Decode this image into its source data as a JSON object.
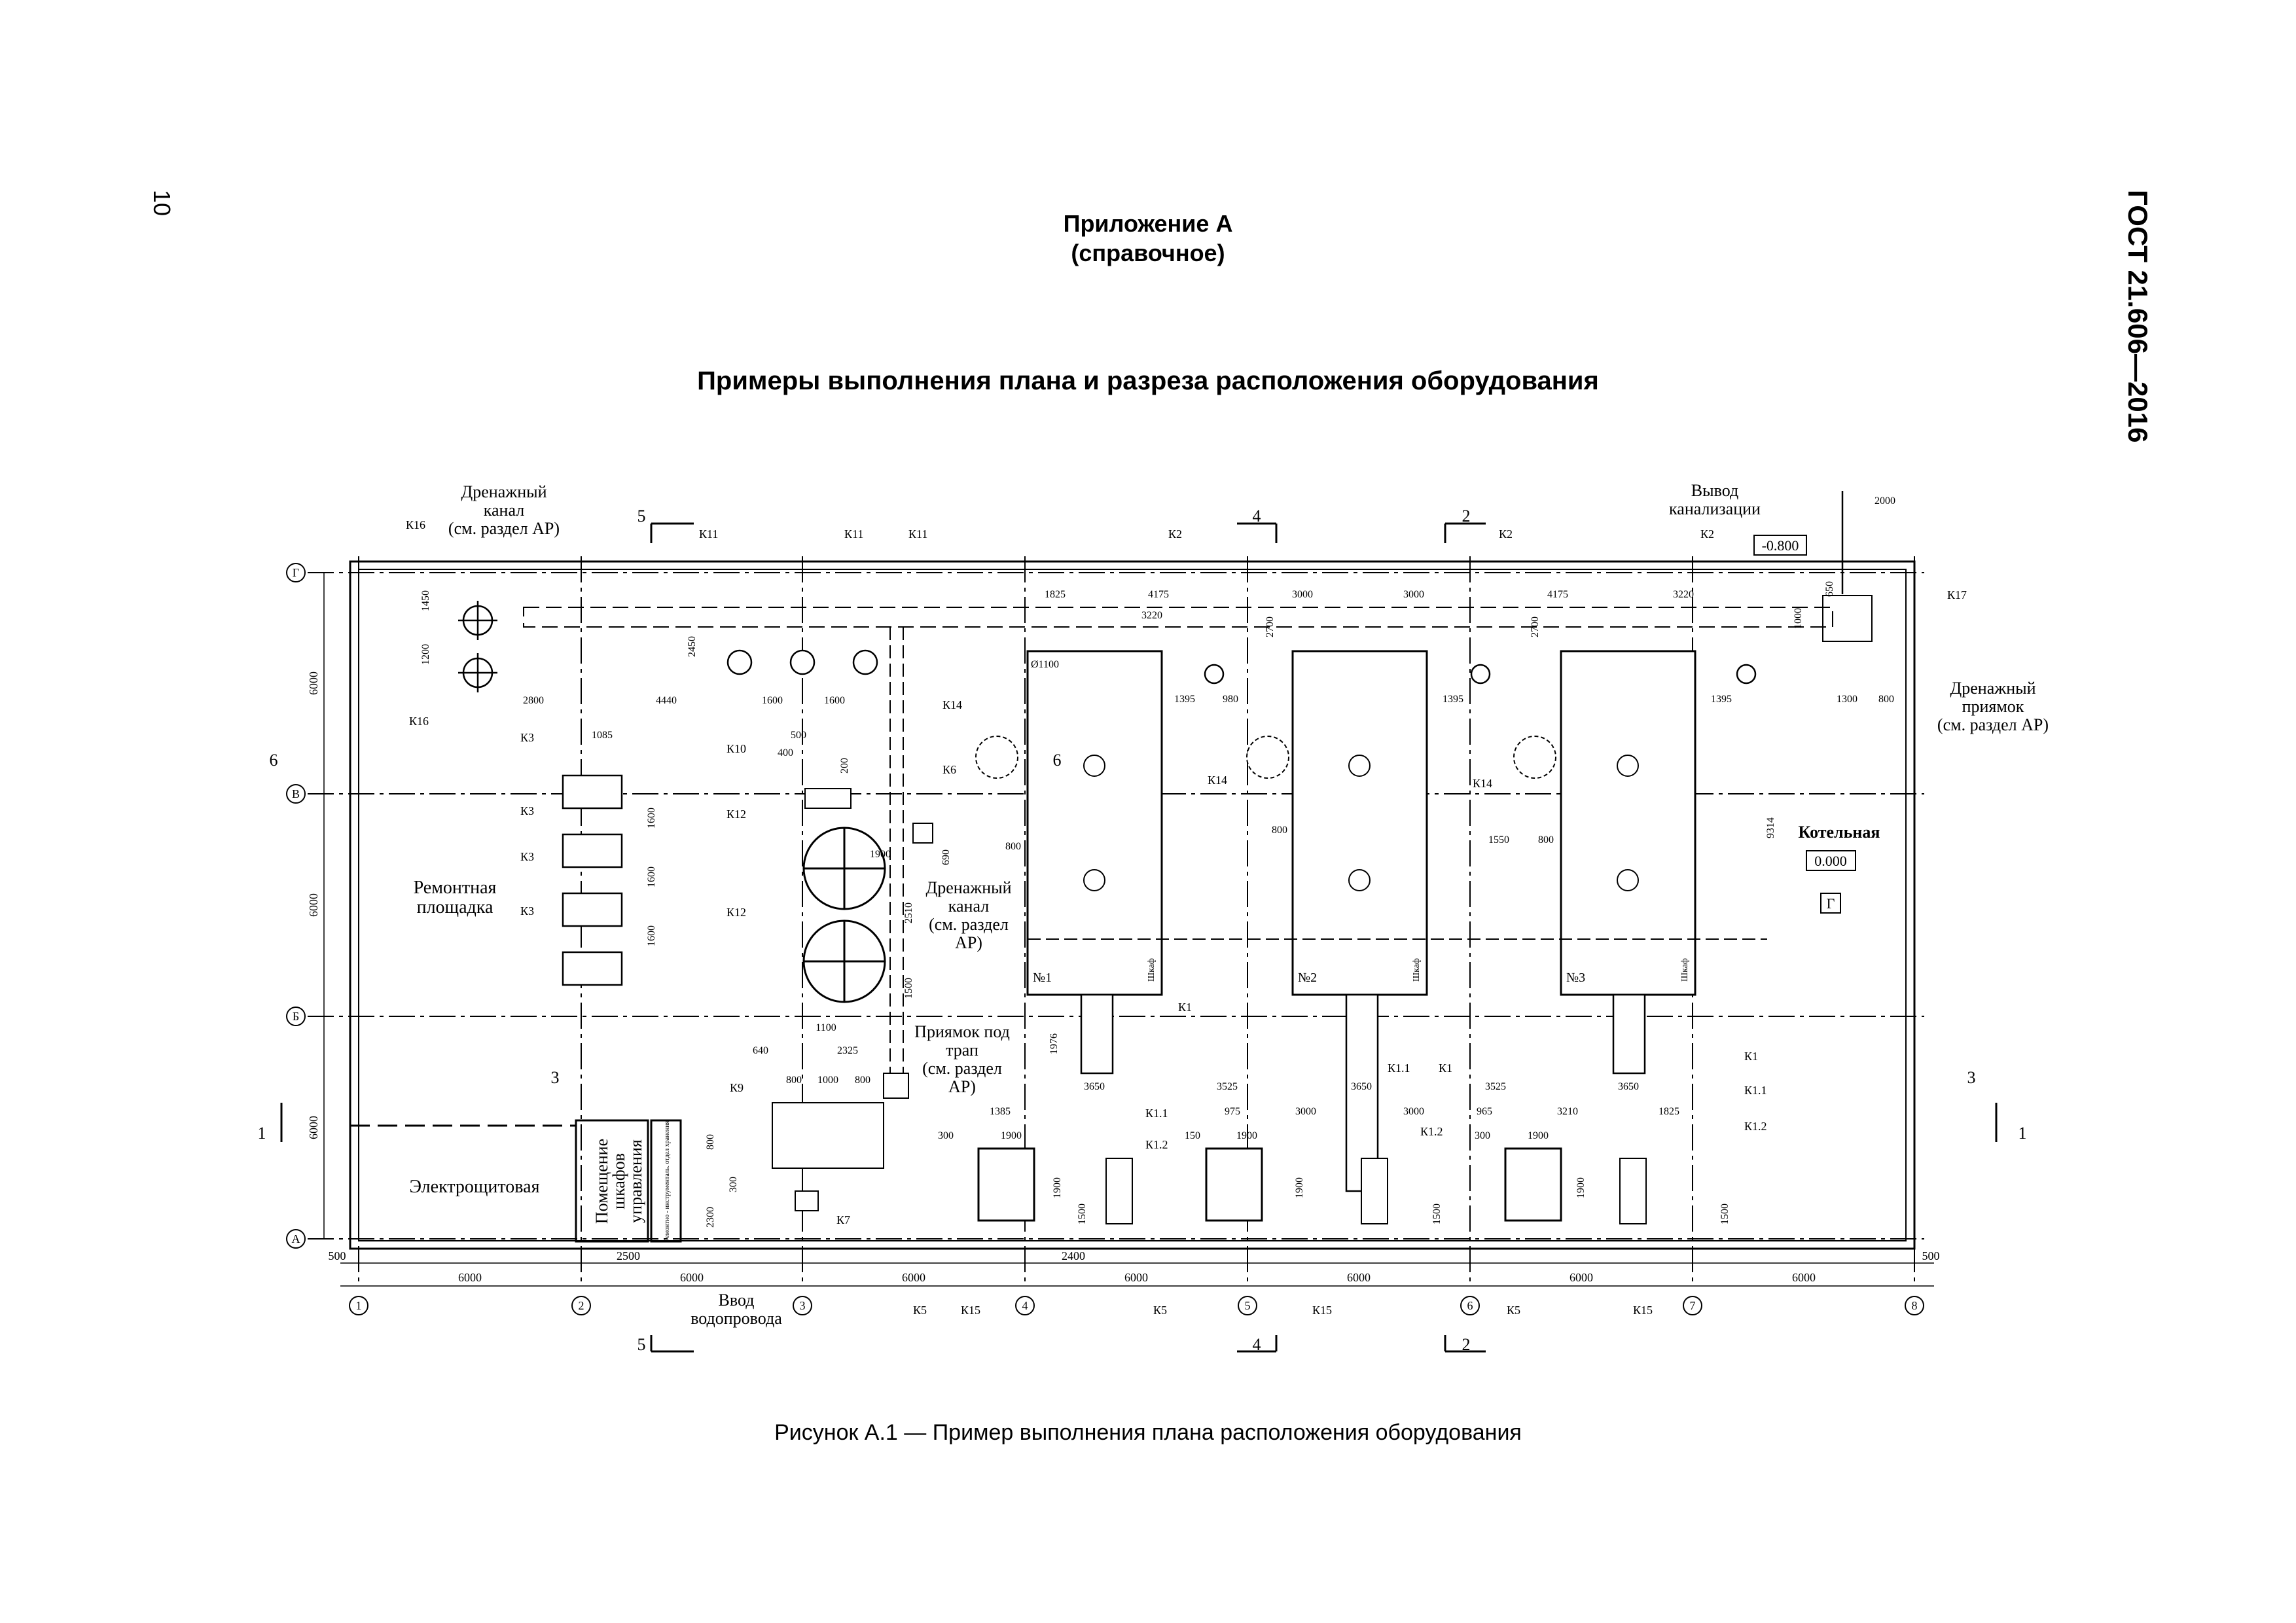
{
  "header": {
    "page_number": "10",
    "standard": "ГОСТ 21.606—2016",
    "appendix_title": "Приложение А",
    "appendix_subtitle": "(справочное)",
    "section_title": "Примеры выполнения плана и разреза расположения оборудования"
  },
  "caption": "Рисунок  А.1 — Пример выполнения плана расположения оборудования",
  "plan": {
    "axes_letters": [
      "Г",
      "В",
      "Б",
      "А"
    ],
    "axes_numbers": [
      "1",
      "2",
      "3",
      "4",
      "5",
      "6",
      "7",
      "8"
    ],
    "left_dims": [
      "6000",
      "6000",
      "6000"
    ],
    "bottom_dims": [
      "6000",
      "6000",
      "6000",
      "6000",
      "6000",
      "6000",
      "6000"
    ],
    "bottom_offsets": [
      "500",
      "500",
      "2500",
      "2400"
    ],
    "rooms": {
      "boiler_room": "Котельная",
      "repair_area": [
        "Ремонтная",
        "площадка"
      ],
      "electrical_room": "Электрощитовая",
      "control_cabinets": [
        "Помещение",
        "шкафов",
        "управления"
      ]
    },
    "levels": {
      "outlet_level": "-0.800",
      "floor_level": "0.000",
      "gas_label": "Г"
    },
    "labels": {
      "drain_channel": [
        "Дренажный",
        "канал",
        "(см. раздел АР)"
      ],
      "drain_channel_2": [
        "Дренажный",
        "канал",
        "(см. раздел",
        "АР)"
      ],
      "drain_pit": [
        "Дренажный",
        "приямок",
        "(см. раздел АР)"
      ],
      "sewer_outlet": [
        "Вывод",
        "канализации"
      ],
      "trap_pit": [
        "Приямок под",
        "трап",
        "(см. раздел",
        "АР)"
      ],
      "water_inlet": [
        "Ввод",
        "водопровода"
      ],
      "boiler_numbers": [
        "№1",
        "№2",
        "№3"
      ],
      "cabinet": "Шкаф",
      "diameter": "Ø1100",
      "tiny_cabinet_text": "Ремонтно - инструменталь. отдел хранения"
    },
    "equipment_tags": {
      "k1": "К1",
      "k1_1": "К1.1",
      "k1_2": "К1.2",
      "k2": "К2",
      "k3": "К3",
      "k5": "К5",
      "k6": "К6",
      "k7": "К7",
      "k9": "К9",
      "k10": "К10",
      "k11": "К11",
      "k12": "К12",
      "k14": "К14",
      "k15": "К15",
      "k16": "К16",
      "k17": "К17"
    },
    "section_marks": [
      "5",
      "4",
      "2",
      "6",
      "3",
      "1"
    ],
    "dims": {
      "top": [
        "1825",
        "4175",
        "3220",
        "3000",
        "3000",
        "4175",
        "3220",
        "2000"
      ],
      "pumps": [
        "2800",
        "4440",
        "1600",
        "1600",
        "2450",
        "1450",
        "1200"
      ],
      "k3": [
        "1085",
        "1600",
        "1600",
        "1600"
      ],
      "k10": [
        "500",
        "400",
        "200"
      ],
      "k12": [
        "1900",
        "690",
        "2510",
        "1500",
        "1100",
        "2325",
        "640"
      ],
      "k9": [
        "800",
        "1000",
        "800",
        "800",
        "300",
        "2300"
      ],
      "boilers": [
        "1395",
        "980",
        "2700",
        "800",
        "800",
        "1395",
        "2700",
        "1550",
        "800",
        "1395",
        "9314",
        "650",
        "1000",
        "1300",
        "800"
      ],
      "middle": [
        "1976",
        "3650",
        "3525",
        "3650",
        "3525",
        "3650"
      ],
      "doors": [
        "1385",
        "300",
        "1900",
        "1900",
        "1500",
        "150",
        "975",
        "3000",
        "1900",
        "1900",
        "1500",
        "3000",
        "965",
        "3210",
        "1825",
        "300",
        "1900",
        "1900",
        "1500"
      ]
    }
  }
}
